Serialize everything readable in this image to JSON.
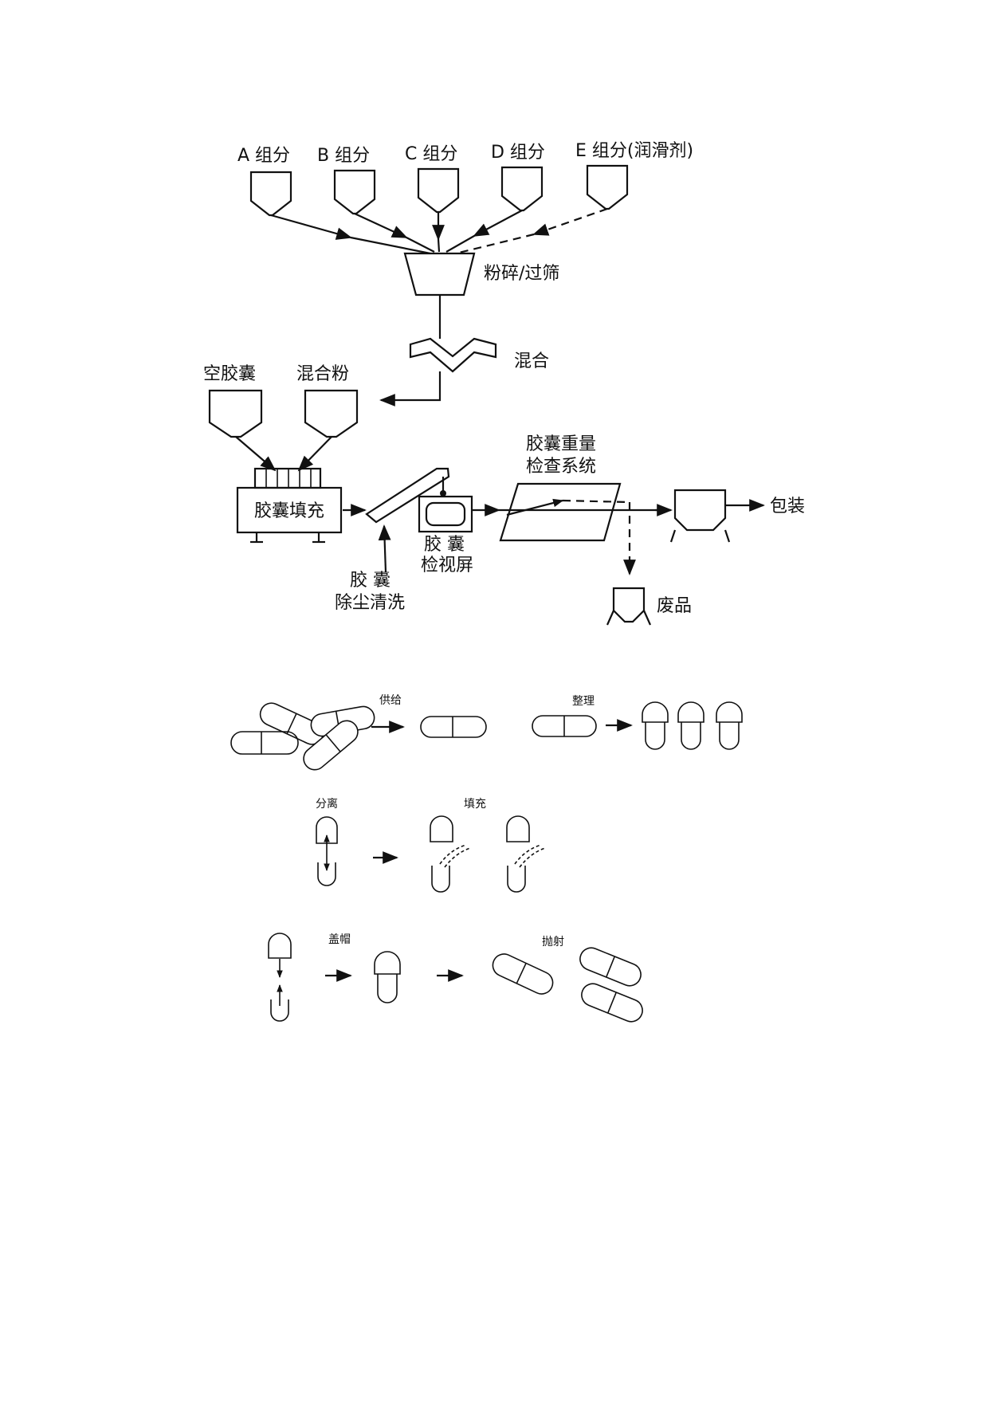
{
  "process": {
    "sources": [
      "A 组分",
      "B 组分",
      "C 组分",
      "D 组分",
      "E 组分(润滑剂)"
    ],
    "mill": "粉碎/过筛",
    "mixer": "混合",
    "empty_capsule": "空胶囊",
    "mixed_powder": "混合粉",
    "filler": "胶囊填充",
    "dedust_line1": "胶    囊",
    "dedust_line2": "除尘清洗",
    "inspect_line1": "胶  囊",
    "inspect_line2": "检视屏",
    "weight_line1": "胶囊重量",
    "weight_line2": "检查系统",
    "package": "包装",
    "reject": "废品"
  },
  "steps": {
    "supply": "供给",
    "arrange": "整理",
    "separate": "分离",
    "fill": "填充",
    "cap": "盖帽",
    "eject": "抛射"
  }
}
